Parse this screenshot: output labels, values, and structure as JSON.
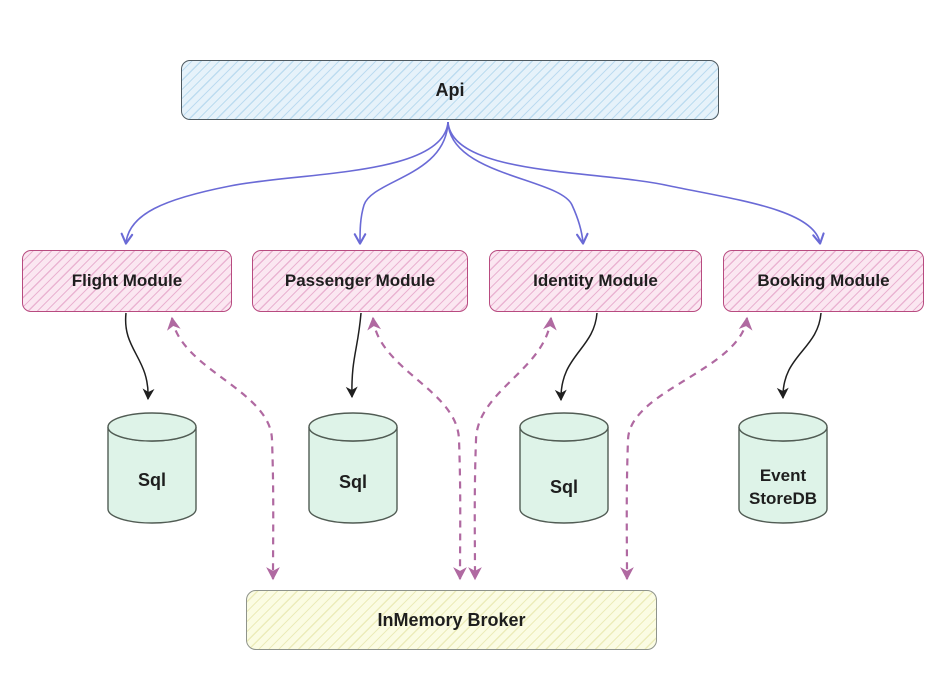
{
  "diagram": {
    "nodes": {
      "api": {
        "label": "Api"
      },
      "modules": [
        {
          "id": "flight",
          "label": "Flight Module"
        },
        {
          "id": "passenger",
          "label": "Passenger Module"
        },
        {
          "id": "identity",
          "label": "Identity Module"
        },
        {
          "id": "booking",
          "label": "Booking Module"
        }
      ],
      "databases": [
        {
          "id": "flight-db",
          "label": "Sql"
        },
        {
          "id": "passenger-db",
          "label": "Sql"
        },
        {
          "id": "identity-db",
          "label": "Sql"
        },
        {
          "id": "booking-db",
          "label": "Event StoreDB"
        }
      ],
      "broker": {
        "label": "InMemory Broker"
      }
    },
    "edges": [
      {
        "from": "Api",
        "to": "Flight Module",
        "line": "solid-curved",
        "color": "#6a6ad6",
        "direction": "to"
      },
      {
        "from": "Api",
        "to": "Passenger Module",
        "line": "solid-curved",
        "color": "#6a6ad6",
        "direction": "to"
      },
      {
        "from": "Api",
        "to": "Identity Module",
        "line": "solid-curved",
        "color": "#6a6ad6",
        "direction": "to"
      },
      {
        "from": "Api",
        "to": "Booking Module",
        "line": "solid-curved",
        "color": "#6a6ad6",
        "direction": "to"
      },
      {
        "from": "Flight Module",
        "to": "Sql",
        "line": "solid",
        "color": "#1f1f1f",
        "direction": "to"
      },
      {
        "from": "Passenger Module",
        "to": "Sql",
        "line": "solid",
        "color": "#1f1f1f",
        "direction": "to"
      },
      {
        "from": "Identity Module",
        "to": "Sql",
        "line": "solid",
        "color": "#1f1f1f",
        "direction": "to"
      },
      {
        "from": "Booking Module",
        "to": "Event StoreDB",
        "line": "solid",
        "color": "#1f1f1f",
        "direction": "to"
      },
      {
        "from": "Flight Module",
        "to": "InMemory Broker",
        "line": "dashed",
        "color": "#b069a1",
        "direction": "both"
      },
      {
        "from": "Passenger Module",
        "to": "InMemory Broker",
        "line": "dashed",
        "color": "#b069a1",
        "direction": "both"
      },
      {
        "from": "Identity Module",
        "to": "InMemory Broker",
        "line": "dashed",
        "color": "#b069a1",
        "direction": "both"
      },
      {
        "from": "Booking Module",
        "to": "InMemory Broker",
        "line": "dashed",
        "color": "#b069a1",
        "direction": "both"
      }
    ],
    "colors": {
      "api_fill": "#e6f2fa",
      "api_hatch": "#bddcf0",
      "api_border": "#4f5a61",
      "module_fill": "#fbe7f1",
      "module_hatch": "#eab4d2",
      "module_border": "#b84b80",
      "db_fill": "#def3e8",
      "db_hatch": "#a8e2c4",
      "db_border": "#515c54",
      "broker_fill": "#fbfce3",
      "broker_hatch": "#ececba",
      "broker_border": "#8f948c",
      "api_edge": "#6a6ad6",
      "db_edge": "#1f1f1f",
      "broker_edge": "#b069a1",
      "text": "#1e1e1e"
    }
  }
}
